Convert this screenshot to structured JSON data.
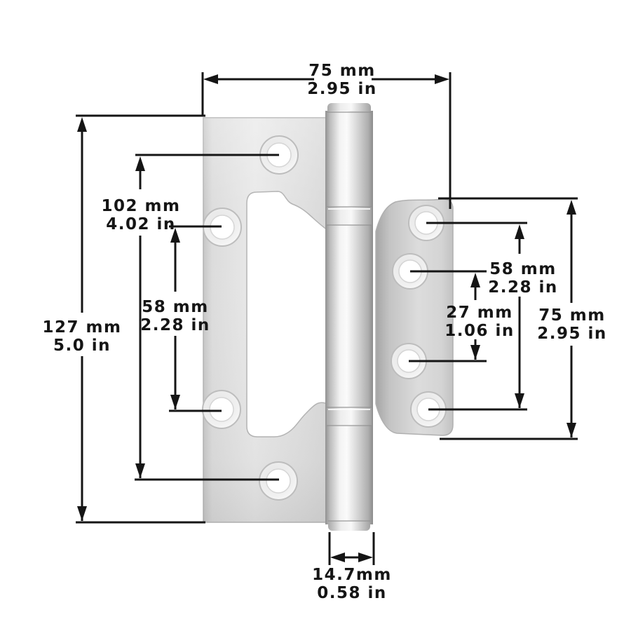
{
  "diagram": {
    "colors": {
      "background": "#ffffff",
      "dimension_line": "#151515",
      "dimension_text": "#151515",
      "metal_light": "#f2f2f2",
      "metal_mid": "#d9d9d9",
      "metal_dark": "#9c9c9c"
    },
    "dims": {
      "top_width": {
        "mm": "75 mm",
        "in": "2.95 in"
      },
      "plate_height": {
        "mm": "127 mm",
        "in": "5.0 in"
      },
      "plate_hole_span": {
        "mm": "102 mm",
        "in": "4.02 in"
      },
      "plate_inner_hole_span": {
        "mm": "58 mm",
        "in": "2.28 in"
      },
      "leaf_hole_span": {
        "mm": "58 mm",
        "in": "2.28 in"
      },
      "leaf_inner_hole_span": {
        "mm": "27 mm",
        "in": "1.06 in"
      },
      "leaf_height": {
        "mm": "75 mm",
        "in": "2.95 in"
      },
      "knuckle_diameter": {
        "mm": "14.7mm",
        "in": "0.58 in"
      }
    }
  }
}
